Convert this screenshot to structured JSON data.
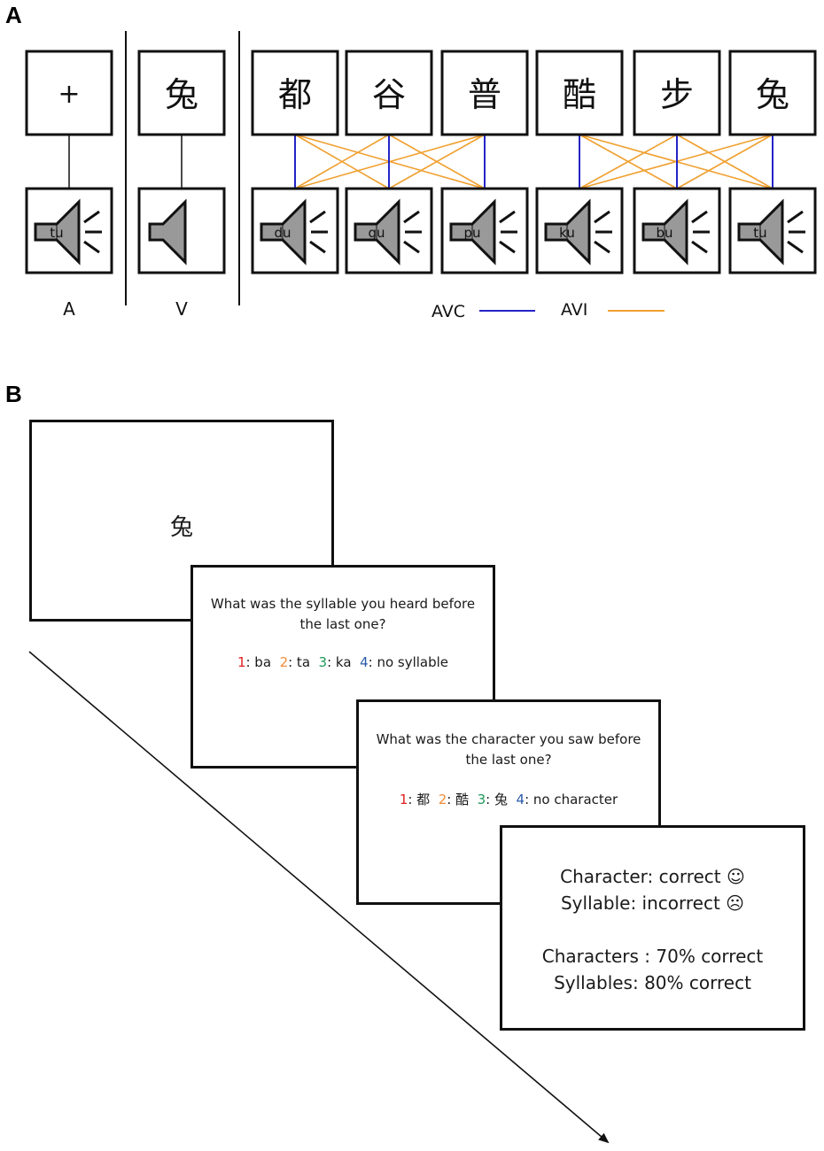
{
  "panel_a": {
    "label": "A",
    "fixation_symbol": "+",
    "v_character": "兔",
    "a_syllable": "tu",
    "condition_labels": {
      "a": "A",
      "v": "V"
    },
    "pairs": [
      {
        "character": "都",
        "syllable": "du"
      },
      {
        "character": "谷",
        "syllable": "gu"
      },
      {
        "character": "普",
        "syllable": "pu"
      },
      {
        "character": "酷",
        "syllable": "ku"
      },
      {
        "character": "步",
        "syllable": "bu"
      },
      {
        "character": "兔",
        "syllable": "tu"
      }
    ],
    "legend": [
      {
        "label": "AVC",
        "color": "#2424c8"
      },
      {
        "label": "AVI",
        "color": "#f0a030"
      }
    ],
    "colors": {
      "speaker_fill": "#999999",
      "line": "#111111"
    }
  },
  "panel_b": {
    "label": "B",
    "screen1_character": "兔",
    "screen2": {
      "question_line1": "What was the syllable you heard before",
      "question_line2": "the last one?",
      "options": [
        {
          "num": "1",
          "sep": ":",
          "text": " ba",
          "color": "#e02020"
        },
        {
          "num": "2",
          "sep": ":",
          "text": " ta",
          "color": "#f08c3a"
        },
        {
          "num": "3",
          "sep": ":",
          "text": " ka",
          "color": "#1f9a5a"
        },
        {
          "num": "4",
          "sep": ":",
          "text": " no syllable",
          "color": "#2a5aa8"
        }
      ]
    },
    "screen3": {
      "question_line1": "What was the character you saw before",
      "question_line2": "the last one?",
      "options": [
        {
          "num": "1",
          "sep": ":",
          "text": " 都",
          "color": "#e02020"
        },
        {
          "num": "2",
          "sep": ":",
          "text": " 酷",
          "color": "#f08c3a"
        },
        {
          "num": "3",
          "sep": ":",
          "text": " 兔",
          "color": "#1f9a5a"
        },
        {
          "num": "4",
          "sep": ":",
          "text": " no character",
          "color": "#2a5aa8"
        }
      ]
    },
    "screen4": {
      "line1": "Character: correct ☺",
      "line2": "Syllable: incorrect ☹",
      "line3": "Characters : 70% correct",
      "line4": "Syllables: 80% correct"
    }
  }
}
